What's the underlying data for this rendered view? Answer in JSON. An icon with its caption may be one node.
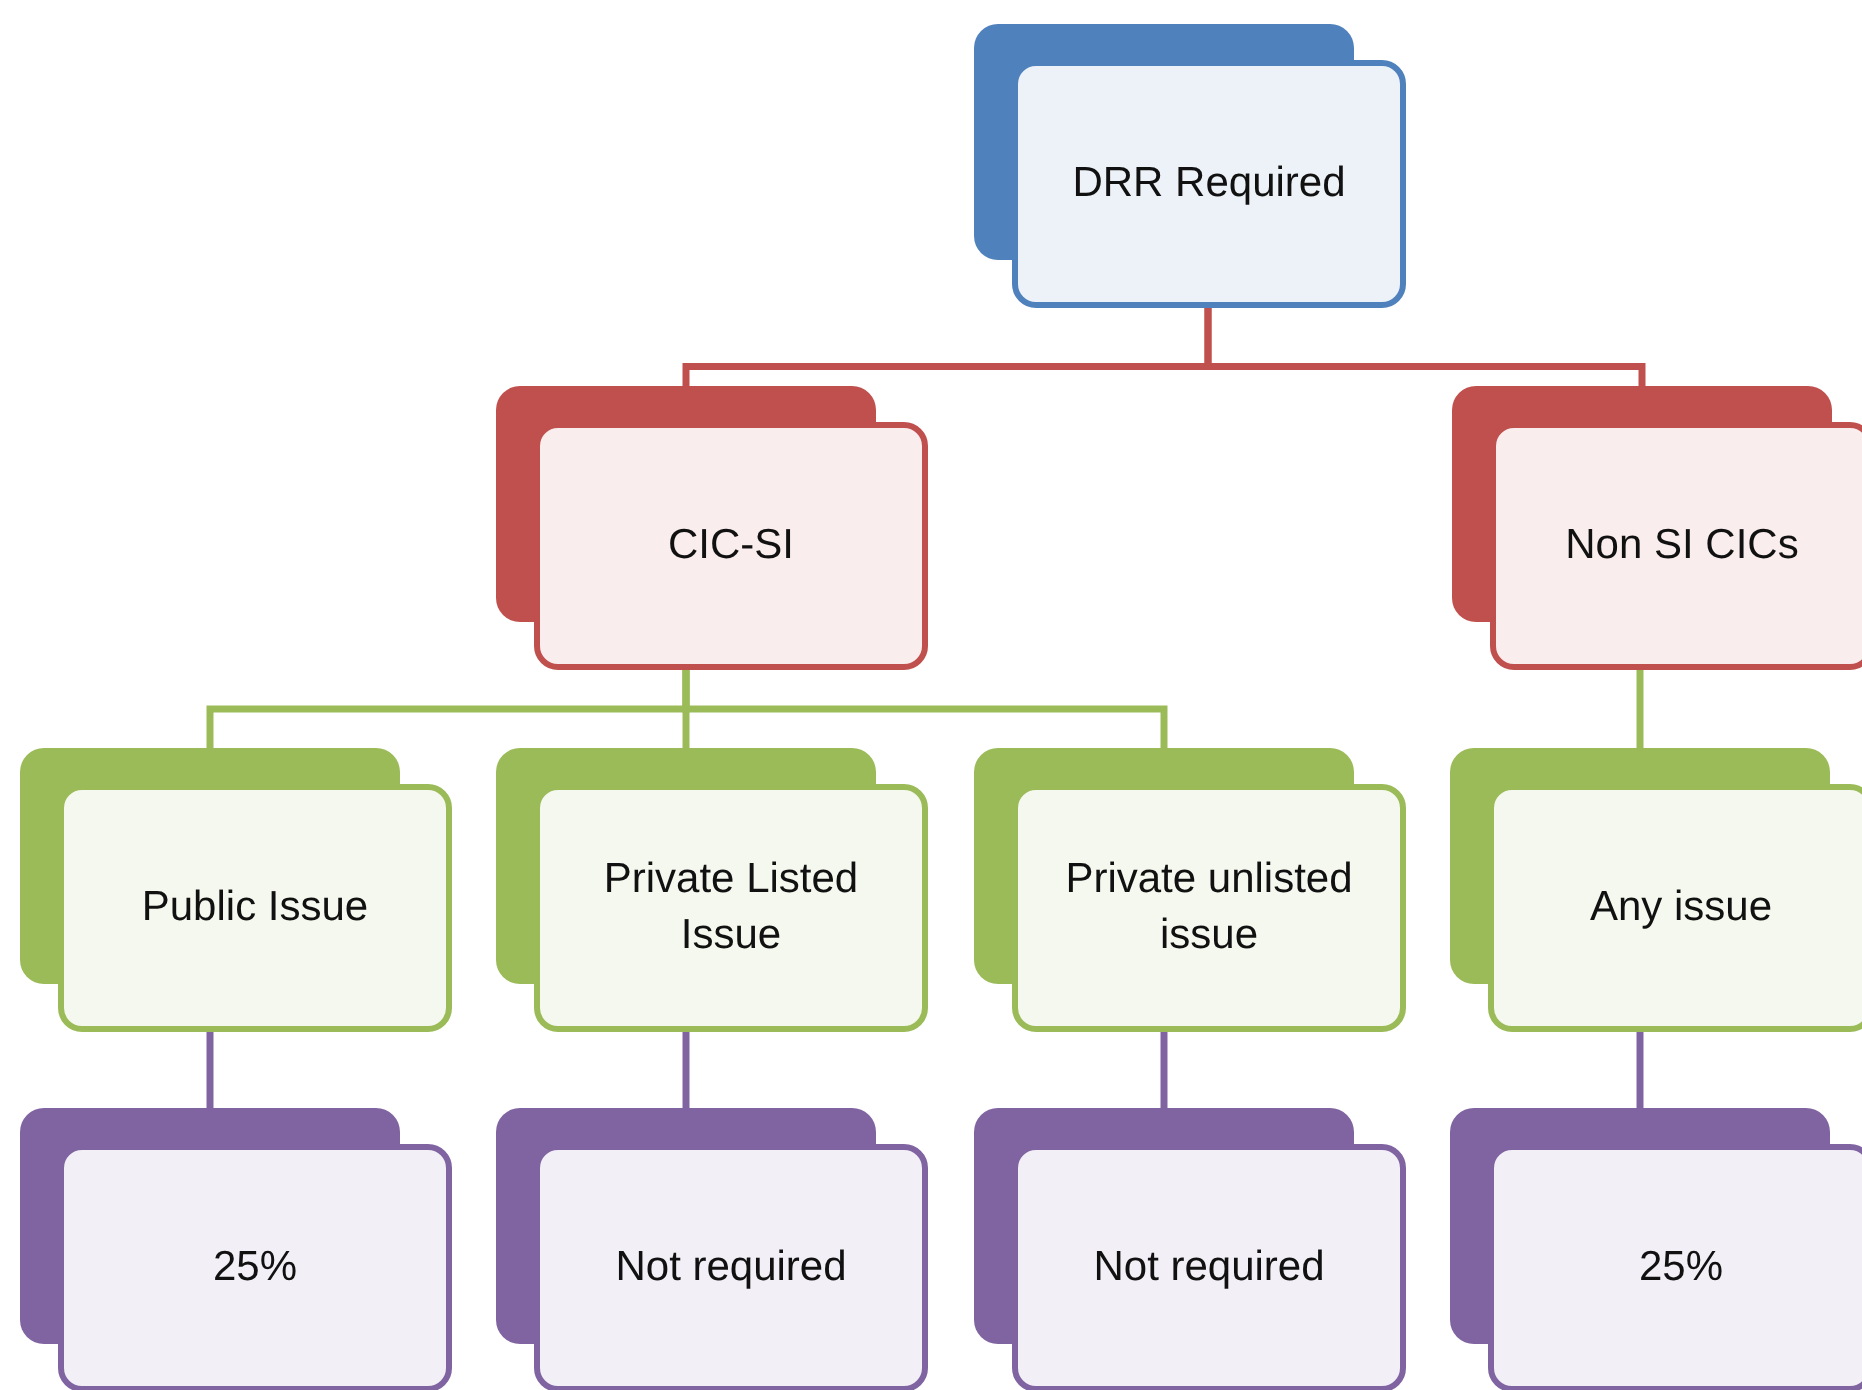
{
  "diagram": {
    "nodes": [
      {
        "text": [
          "DRR Required"
        ]
      },
      {
        "text": [
          "CIC-SI"
        ]
      },
      {
        "text": [
          "Non SI CICs"
        ]
      },
      {
        "text": [
          "Public Issue"
        ]
      },
      {
        "text": [
          "Private Listed Issue"
        ]
      },
      {
        "text": [
          "Private unlisted issue"
        ]
      },
      {
        "text": [
          "Any issue"
        ]
      },
      {
        "text": [
          "25%"
        ]
      },
      {
        "text": [
          "Not required"
        ]
      },
      {
        "text": [
          "Not required"
        ]
      },
      {
        "text": [
          "25%"
        ]
      }
    ],
    "edges": [
      {
        "from": 0,
        "to": 1,
        "arrow": "none",
        "color": "#c0504d"
      },
      {
        "from": 0,
        "to": 2,
        "arrow": "none",
        "color": "#c0504d"
      },
      {
        "from": 1,
        "to": 3,
        "arrow": "none",
        "color": "#9bbb59"
      },
      {
        "from": 1,
        "to": 4,
        "arrow": "none",
        "color": "#9bbb59"
      },
      {
        "from": 1,
        "to": 5,
        "arrow": "none",
        "color": "#9bbb59"
      },
      {
        "from": 2,
        "to": 6,
        "arrow": "none",
        "color": "#9bbb59"
      },
      {
        "from": 3,
        "to": 7,
        "arrow": "none",
        "color": "#8064a2"
      },
      {
        "from": 4,
        "to": 8,
        "arrow": "none",
        "color": "#8064a2"
      },
      {
        "from": 5,
        "to": 9,
        "arrow": "none",
        "color": "#8064a2"
      },
      {
        "from": 6,
        "to": 10,
        "arrow": "none",
        "color": "#8064a2"
      }
    ]
  }
}
